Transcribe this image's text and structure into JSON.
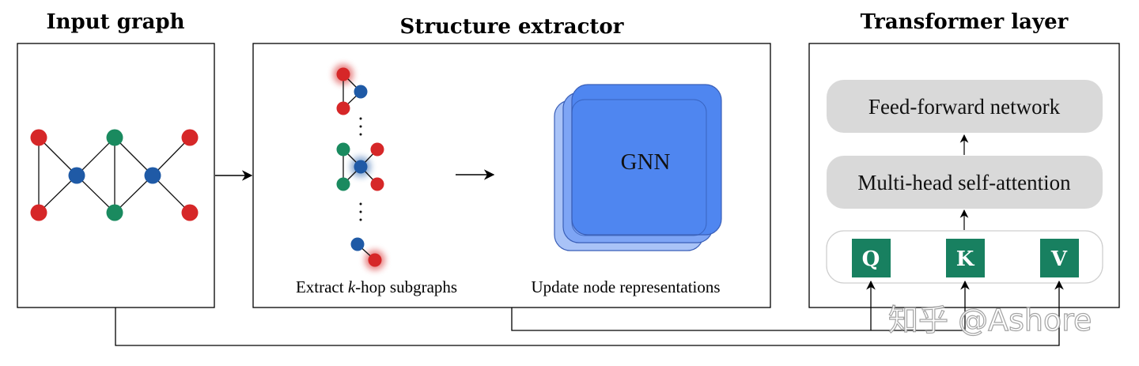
{
  "titles": {
    "input_graph": "Input graph",
    "structure_extractor": "Structure extractor",
    "transformer_layer": "Transformer layer"
  },
  "structure_extractor": {
    "caption_left_prefix": "Extract ",
    "caption_left_var": "k",
    "caption_left_suffix": "-hop subgraphs",
    "caption_right": "Update node representations",
    "gnn_label": "GNN"
  },
  "transformer": {
    "ffn_label": "Feed-forward network",
    "mhsa_label": "Multi-head self-attention",
    "q_label": "Q",
    "k_label": "K",
    "v_label": "V"
  },
  "watermark": "知乎 @Ashore",
  "colors": {
    "red_node": "#d62728",
    "blue_node": "#1f5aa6",
    "green_node": "#1a8a5f",
    "gnn_fill": "#4f86f0",
    "qkv_fill": "#188060",
    "block_fill": "#d9d9d9"
  }
}
